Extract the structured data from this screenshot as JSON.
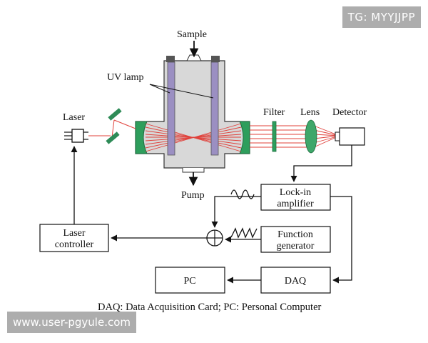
{
  "watermarks": {
    "top_right": "TG: MYYJJPP",
    "bottom_left": "www.user-pgyule.com"
  },
  "labels": {
    "sample": "Sample",
    "uv_lamp": "UV lamp",
    "laser": "Laser",
    "filter": "Filter",
    "lens": "Lens",
    "detector": "Detector",
    "pump": "Pump"
  },
  "boxes": {
    "lockin_line1": "Lock-in",
    "lockin_line2": "amplifier",
    "function_line1": "Function",
    "function_line2": "generator",
    "laser_controller_line1": "Laser",
    "laser_controller_line2": "controller",
    "daq": "DAQ",
    "pc": "PC"
  },
  "caption": "DAQ: Data Acquisition Card; PC: Personal Computer",
  "colors": {
    "chamber_fill": "#d8d8d8",
    "window_green": "#2e9e5c",
    "mirror_green": "#2e8b57",
    "lamp_purple": "#9b8fc2",
    "beam_red": "#e0403a",
    "lens_green": "#3fa76a"
  }
}
